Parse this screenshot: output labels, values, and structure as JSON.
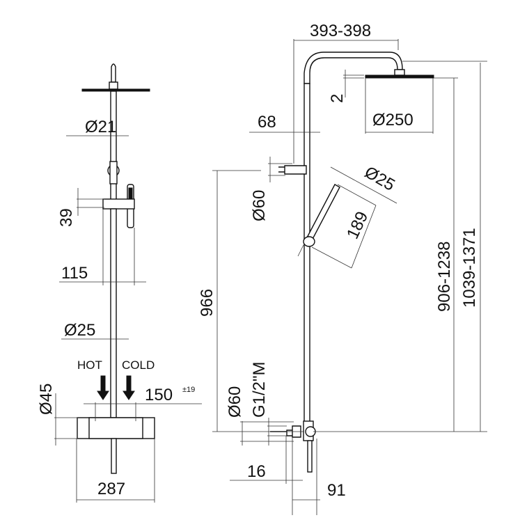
{
  "front_view": {
    "rod_diameter_top": "Ø21",
    "slider_offset": "39",
    "hand_shower_offset": "115",
    "rod_diameter_bottom": "Ø25",
    "hot_label": "HOT",
    "cold_label": "COLD",
    "inlet_spacing": "150",
    "inlet_tolerance": "±19",
    "mixer_diameter": "Ø45",
    "mixer_width": "287"
  },
  "side_view": {
    "arm_reach": "393-398",
    "head_thickness": "2",
    "wall_offset": "68",
    "head_diameter": "Ø250",
    "bracket_diameter": "Ø60",
    "hand_shower_diameter": "Ø25",
    "hand_shower_length": "189",
    "lower_height": "966",
    "head_height": "906-1238",
    "total_height": "1039-1371",
    "thread": "G1/2\"M",
    "inlet_flange_diameter": "Ø60",
    "inlet_offset": "16",
    "valve_depth": "91"
  }
}
